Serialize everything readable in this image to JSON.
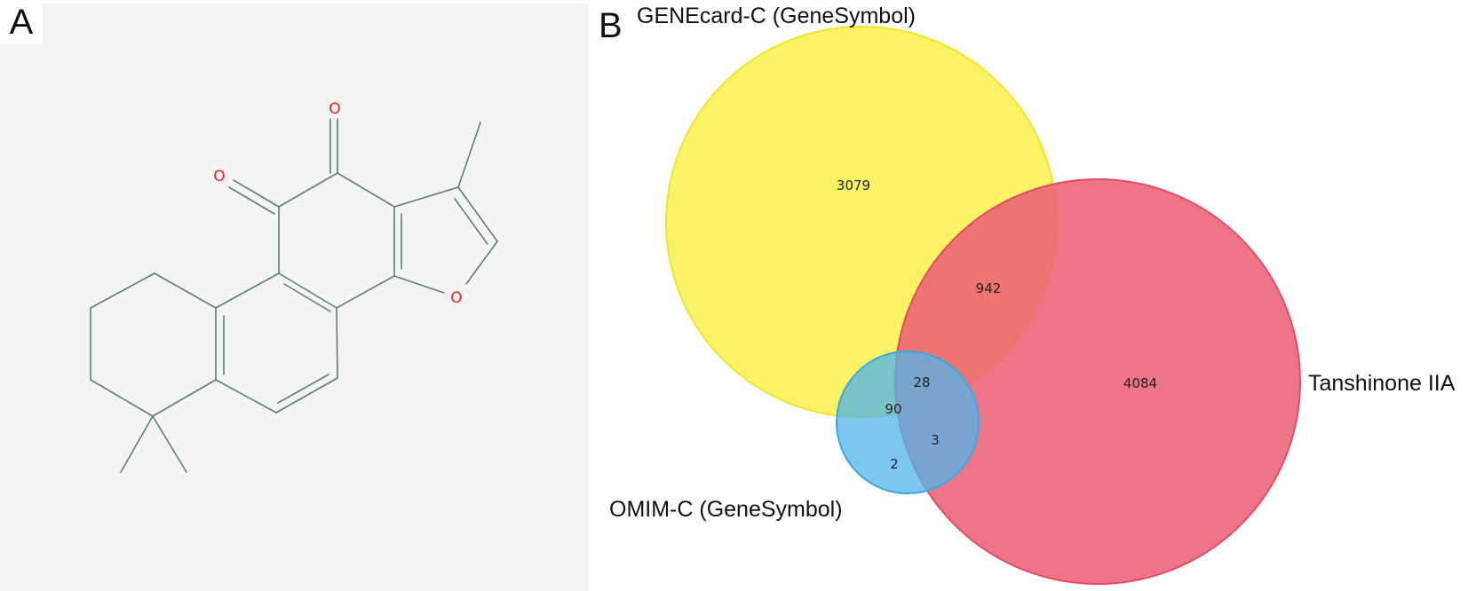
{
  "panel_a": {
    "label": "A",
    "atoms": {
      "o_ketone_top": "O",
      "o_ketone_left": "O",
      "o_furan": "O"
    },
    "colors": {
      "bond": "#5e7e78",
      "oxygen": "#ff1a1a",
      "background": "#f4f4f4"
    }
  },
  "panel_b": {
    "label": "B",
    "sets": {
      "genecard": {
        "name": "GENEcard-C (GeneSymbol)",
        "color": "#f7ef2a"
      },
      "tanshinone": {
        "name": "Tanshinone IIA",
        "color": "#eb5d73"
      },
      "omim": {
        "name": "OMIM-C (GeneSymbol)",
        "color": "#4fb4ea"
      }
    },
    "regions": {
      "genecard_only": "3079",
      "genecard_tanshinone": "942",
      "tanshinone_only": "4084",
      "all_three": "28",
      "genecard_omim": "90",
      "omim_tanshinone": "3",
      "omim_only": "2"
    }
  }
}
